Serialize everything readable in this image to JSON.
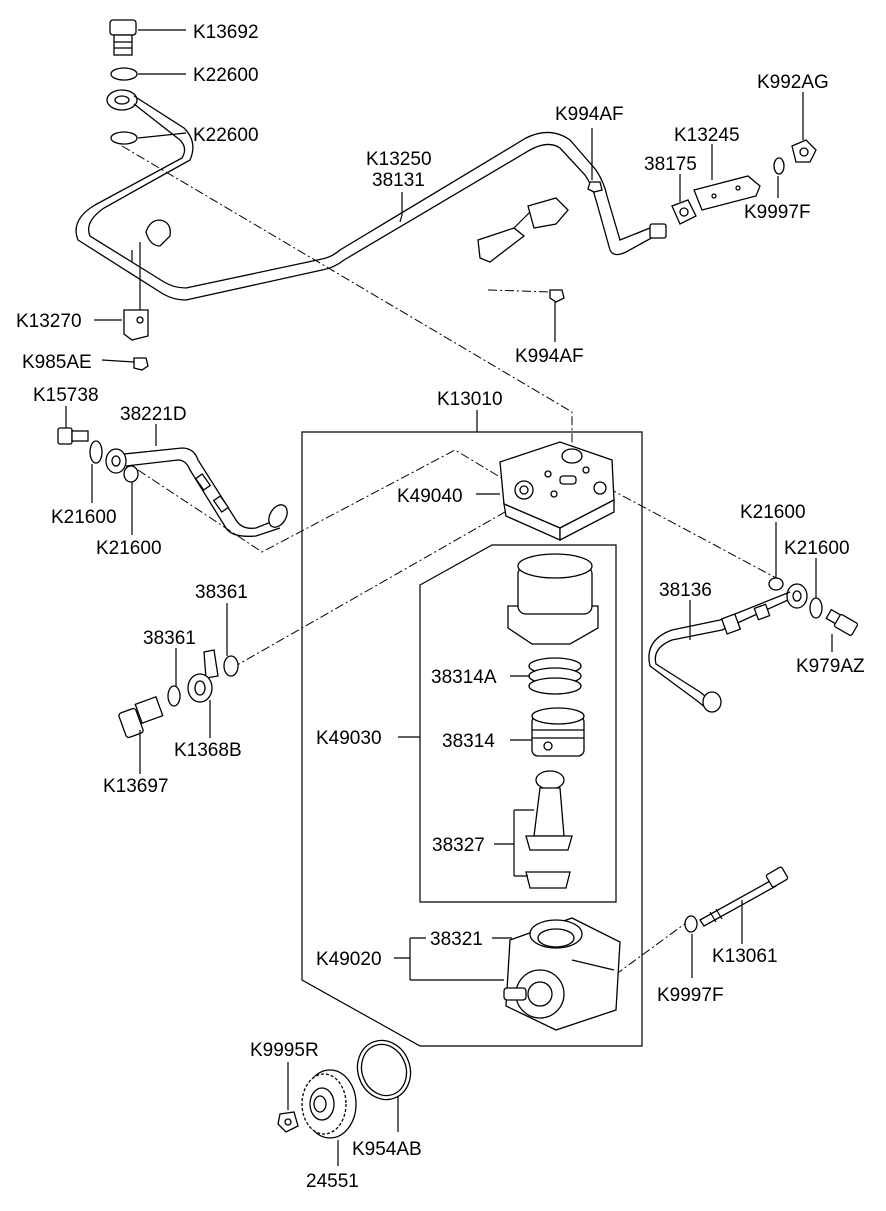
{
  "labels": {
    "k13692": "K13692",
    "k22600a": "K22600",
    "k22600b": "K22600",
    "k13250": "K13250",
    "n38131": "38131",
    "k994af_top": "K994AF",
    "k13245": "K13245",
    "n38175": "38175",
    "k992ag": "K992AG",
    "k9997f_top": "K9997F",
    "k13270": "K13270",
    "k985ae": "K985AE",
    "k994af_mid": "K994AF",
    "k15738": "K15738",
    "n38221d": "38221D",
    "k13010": "K13010",
    "k49040": "K49040",
    "k21600_l1": "K21600",
    "k21600_l2": "K21600",
    "k21600_r1": "K21600",
    "k21600_r2": "K21600",
    "n38136": "38136",
    "k979az": "K979AZ",
    "n38361a": "38361",
    "n38361b": "38361",
    "k1368b": "K1368B",
    "k13697": "K13697",
    "n38314a": "38314A",
    "k49030": "K49030",
    "n38314": "38314",
    "n38327": "38327",
    "n38321": "38321",
    "k49020": "K49020",
    "k13061": "K13061",
    "k9997f_bot": "K9997F",
    "k9995r": "K9995R",
    "k954ab": "K954AB",
    "n24551": "24551"
  }
}
